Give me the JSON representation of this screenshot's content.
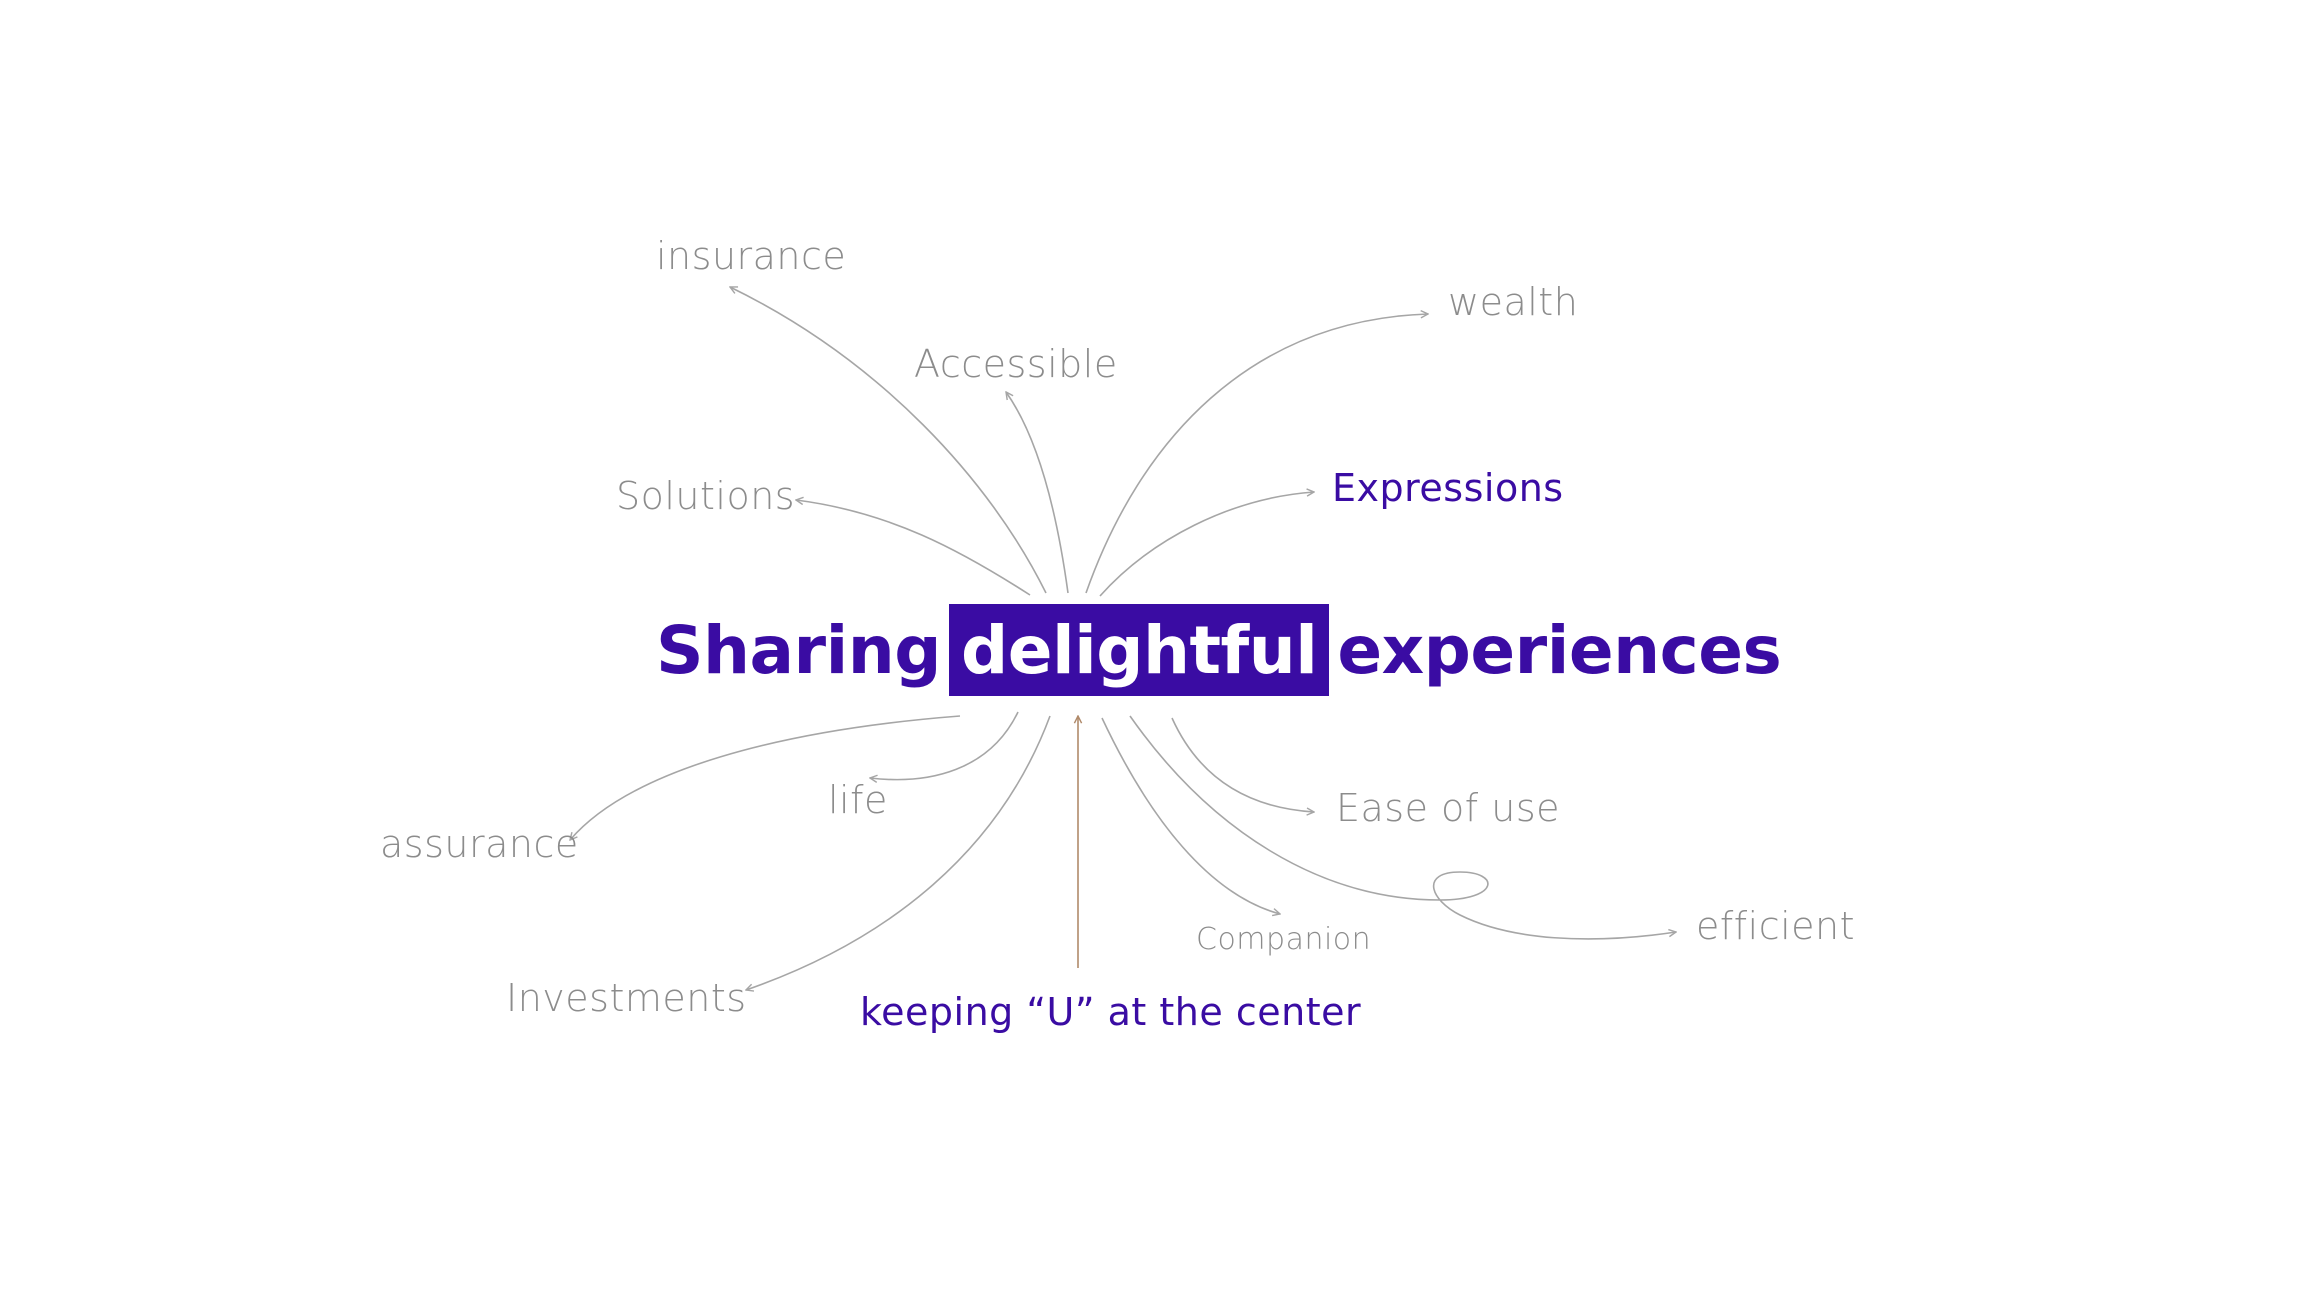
{
  "colors": {
    "brand_purple": "#3a0ca3",
    "label_gray": "#8c8c8c",
    "line_gray": "#a6a6a6",
    "center_arrow": "#b08a6a"
  },
  "headline": {
    "before": "Sharing",
    "highlight": "delightful",
    "after": "experiences"
  },
  "labels": {
    "insurance": "insurance",
    "accessible": "Accessible",
    "wealth": "wealth",
    "solutions": "Solutions",
    "expressions": "Expressions",
    "life": "life",
    "assurance": "assurance",
    "ease_of_use": "Ease of use",
    "companion": "Companion",
    "efficient": "efficient",
    "investments": "Investments",
    "center": "keeping “U” at the center"
  }
}
